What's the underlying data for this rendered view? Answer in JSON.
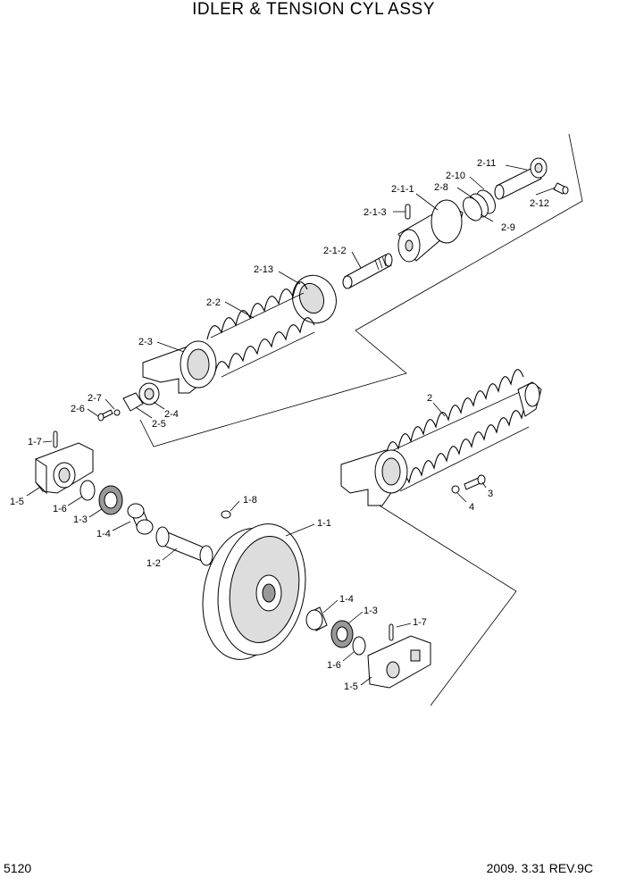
{
  "title": "IDLER & TENSION CYL ASSY",
  "page_number": "5120",
  "revision": "2009. 3.31  REV.9C",
  "callouts": {
    "c_2_11": "2-11",
    "c_2_10": "2-10",
    "c_2_8": "2-8",
    "c_2_1_1": "2-1-1",
    "c_2_12": "2-12",
    "c_2_1_3": "2-1-3",
    "c_2_9": "2-9",
    "c_2_1_2": "2-1-2",
    "c_2_13": "2-13",
    "c_2_2": "2-2",
    "c_2_3": "2-3",
    "c_2_7": "2-7",
    "c_2_6": "2-6",
    "c_2_4": "2-4",
    "c_2_5": "2-5",
    "c_2": "2",
    "c_3": "3",
    "c_4": "4",
    "c_1_7a": "1-7",
    "c_1_5a": "1-5",
    "c_1_6a": "1-6",
    "c_1_3a": "1-3",
    "c_1_4a": "1-4",
    "c_1_8": "1-8",
    "c_1_1": "1-1",
    "c_1_2": "1-2",
    "c_1_4b": "1-4",
    "c_1_3b": "1-3",
    "c_1_7b": "1-7",
    "c_1_6b": "1-6",
    "c_1_5b": "1-5"
  }
}
